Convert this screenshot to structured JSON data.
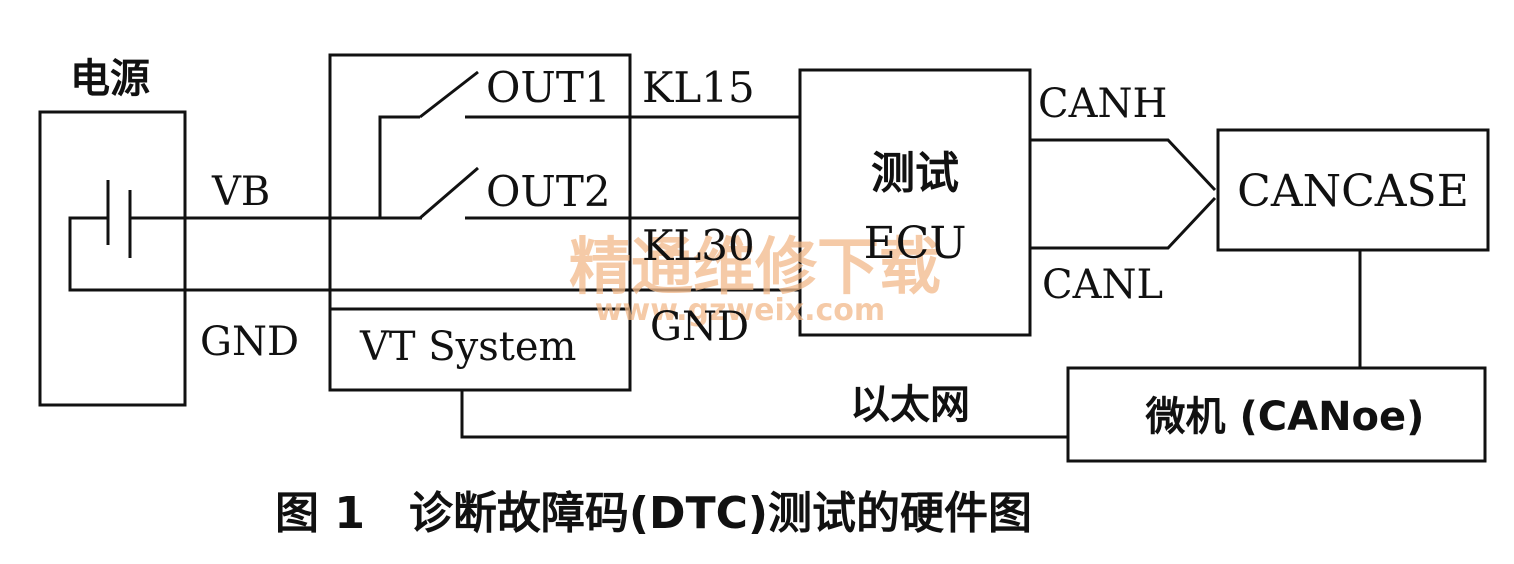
{
  "diagram": {
    "power_label": "电源",
    "vt_system_label": "VT System",
    "ecu_label_line1": "测试",
    "ecu_label_line2": "ECU",
    "cancase_label": "CANCASE",
    "pc_label": "微机 (CANoe)",
    "wires": {
      "vb": "VB",
      "gnd_left": "GND",
      "out1": "OUT1",
      "out2": "OUT2",
      "kl15": "KL15",
      "kl30": "KL30",
      "gnd_right": "GND",
      "canh": "CANH",
      "canl": "CANL",
      "ethernet": "以太网"
    },
    "caption": "图 1　诊断故障码(DTC)测试的硬件图"
  },
  "watermark": {
    "title": "精通维修下载",
    "url": "www.gzweix.com",
    "color": "#f2b98a"
  }
}
